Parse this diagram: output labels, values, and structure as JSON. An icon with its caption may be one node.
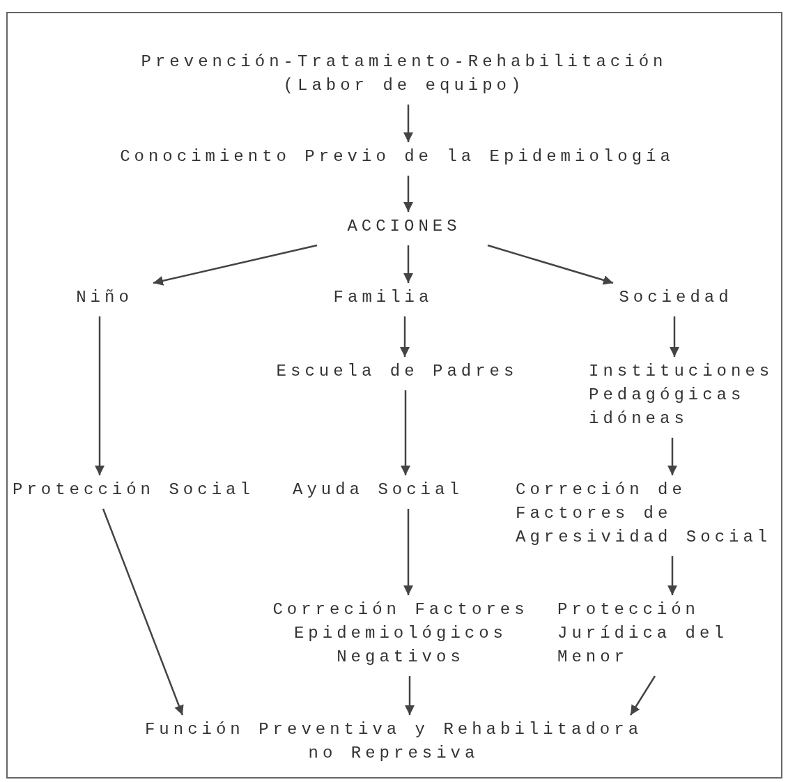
{
  "diagram": {
    "nodes": [
      {
        "text": [
          "Prevención-Tratamiento-Rehabilitación (Labor de equipo)"
        ]
      },
      {
        "text": [
          "Conocimiento Previo de la Epidemiología"
        ]
      },
      {
        "text": [
          "ACCIONES"
        ]
      },
      {
        "text": [
          "Niño"
        ]
      },
      {
        "text": [
          "Familia"
        ]
      },
      {
        "text": [
          "Sociedad"
        ]
      },
      {
        "text": [
          "Escuela de Padres"
        ]
      },
      {
        "text": [
          "Instituciones Pedagógicas idóneas"
        ]
      },
      {
        "text": [
          "Protección Social"
        ]
      },
      {
        "text": [
          "Ayuda Social"
        ]
      },
      {
        "text": [
          "Correción de Factores de Agresividad Social"
        ]
      },
      {
        "text": [
          "Correción Factores Epidemiológicos Negativos"
        ]
      },
      {
        "text": [
          "Protección Jurídica del Menor"
        ]
      },
      {
        "text": [
          "Función Preventiva y Rehabilitadora no Represiva"
        ]
      }
    ],
    "edges": [
      {
        "from": 0,
        "to": 1,
        "arrow": "to"
      },
      {
        "from": 1,
        "to": 2,
        "arrow": "to"
      },
      {
        "from": 2,
        "to": 3,
        "arrow": "to"
      },
      {
        "from": 2,
        "to": 4,
        "arrow": "to"
      },
      {
        "from": 2,
        "to": 5,
        "arrow": "to"
      },
      {
        "from": 3,
        "to": 8,
        "arrow": "to"
      },
      {
        "from": 4,
        "to": 6,
        "arrow": "to"
      },
      {
        "from": 5,
        "to": 7,
        "arrow": "to"
      },
      {
        "from": 6,
        "to": 9,
        "arrow": "to"
      },
      {
        "from": 7,
        "to": 10,
        "arrow": "to"
      },
      {
        "from": 8,
        "to": 13,
        "arrow": "to"
      },
      {
        "from": 9,
        "to": 11,
        "arrow": "to"
      },
      {
        "from": 10,
        "to": 12,
        "arrow": "to"
      },
      {
        "from": 11,
        "to": 13,
        "arrow": "to"
      },
      {
        "from": 12,
        "to": 13,
        "arrow": "to"
      }
    ]
  }
}
